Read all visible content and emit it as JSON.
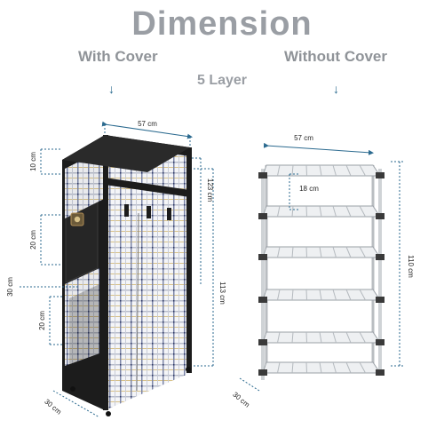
{
  "header": {
    "title": "Dimension",
    "left_label": "With Cover",
    "right_label": "Without Cover",
    "layer_label": "5 Layer"
  },
  "icons": {
    "left_arrow": "arrow-down-icon",
    "right_arrow": "arrow-down-icon"
  },
  "with_cover": {
    "width": "57 cm",
    "top_band": "10 cm",
    "door_pocket": "20 cm",
    "depth_side": "30 cm",
    "bottom_pocket": "20 cm",
    "total_height": "123 cm",
    "inner_height": "113 cm",
    "depth": "30 cm"
  },
  "without_cover": {
    "width": "57 cm",
    "shelf_gap": "18 cm",
    "height": "110 cm",
    "depth": "30 cm"
  },
  "colors": {
    "title": "#9a9ea4",
    "dimension_line": "#2b6a8f",
    "cover_dark": "#1c1c1c",
    "rack_metal": "#cfd3d6"
  }
}
